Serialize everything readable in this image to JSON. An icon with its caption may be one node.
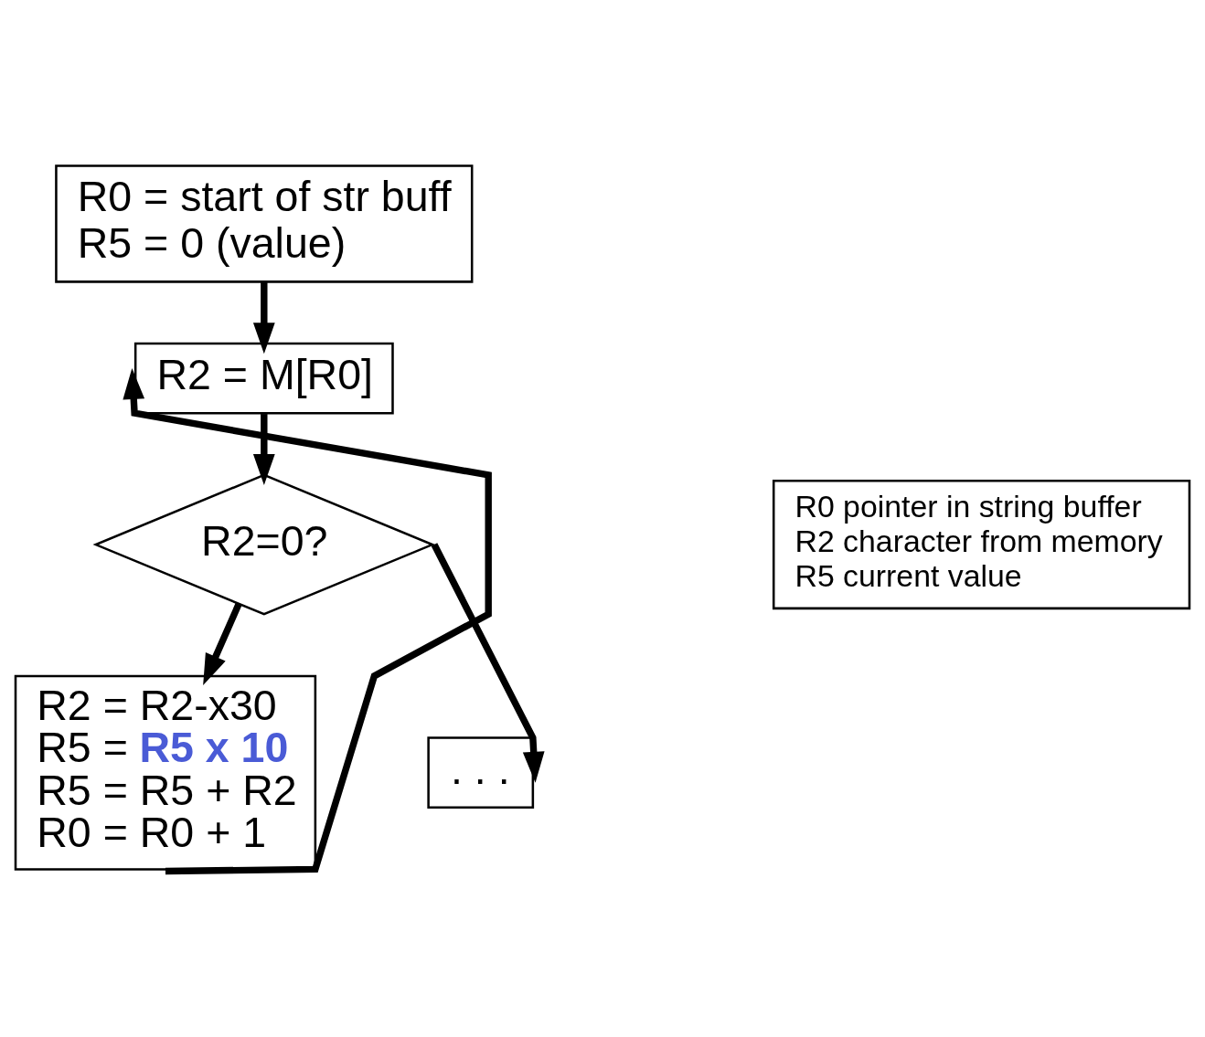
{
  "diagram": {
    "nodes": [
      {
        "text": [
          "R0 = start of str buff",
          "R5 = 0 (value)"
        ]
      },
      {
        "text": [
          "R2 = M[R0]"
        ]
      },
      {
        "text": [
          "R2=0?"
        ]
      },
      {
        "text": [
          "R2 = R2-x30",
          "R5 = **R5 x 10**",
          "R5 = R5 + R2",
          "R0 = R0 + 1"
        ]
      },
      {
        "text": [
          ". . ."
        ]
      },
      {
        "text": [
          "R0 pointer in string buffer",
          "R2 character from memory",
          "R5 current value"
        ]
      }
    ],
    "edges": [
      {
        "from": 0,
        "to": 1,
        "arrow": "to"
      },
      {
        "from": 1,
        "to": 2,
        "arrow": "to"
      },
      {
        "from": 2,
        "to": 3,
        "arrow": "to"
      },
      {
        "from": 3,
        "to": 1,
        "arrow": "to"
      },
      {
        "from": 2,
        "to": 4,
        "arrow": "to"
      }
    ]
  }
}
